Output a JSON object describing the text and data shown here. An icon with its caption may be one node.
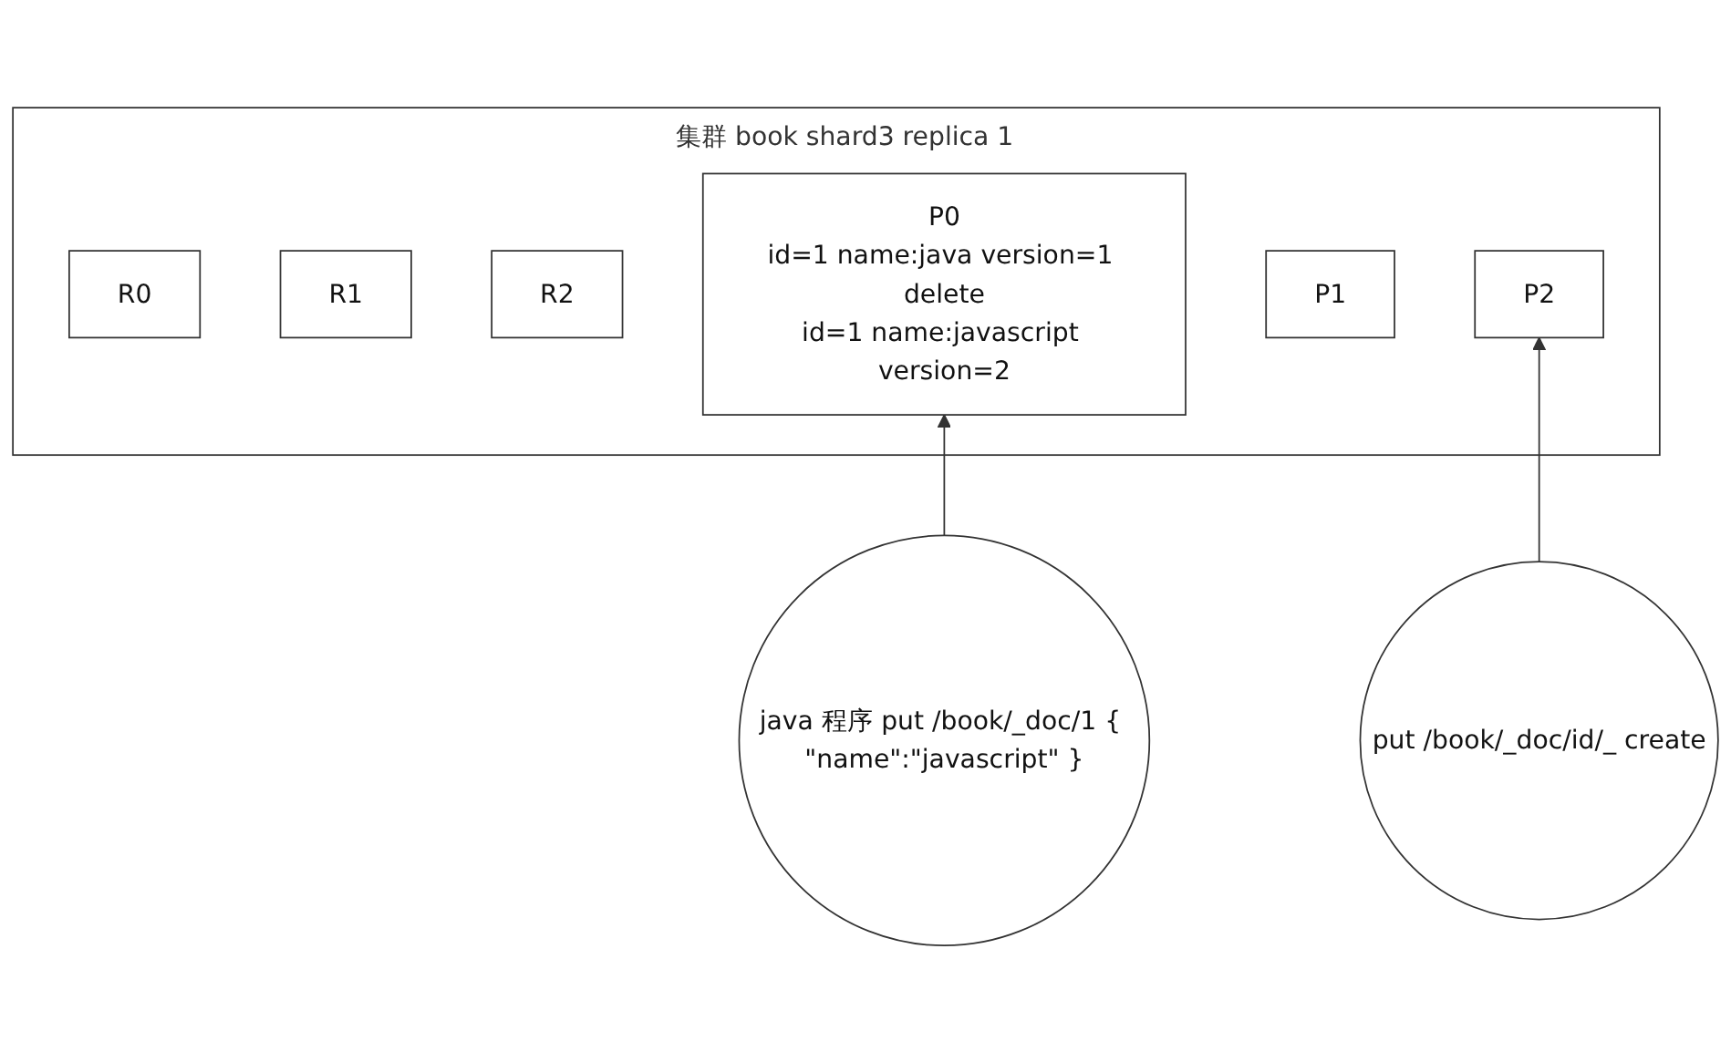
{
  "diagram": {
    "nodes": [
      {
        "text": [
          "集群 book shard3 replica 1"
        ]
      },
      {
        "text": [
          "R0"
        ],
        "in": 0
      },
      {
        "text": [
          "R1"
        ],
        "in": 0
      },
      {
        "text": [
          "R2"
        ],
        "in": 0
      },
      {
        "text": [
          "P0",
          "id=1 name:java version=1 delete",
          "id=1 name:javascript version=2"
        ],
        "in": 0
      },
      {
        "text": [
          "P1"
        ],
        "in": 0
      },
      {
        "text": [
          "P2"
        ],
        "in": 0
      },
      {
        "text": [
          "put /book/_doc/id/_ create"
        ]
      },
      {
        "text": [
          "java 程序 put /book/_doc/1 { \"name\":\"javascript\" }"
        ]
      }
    ],
    "edges": [
      {
        "from": 8,
        "to": 4,
        "arrow": "to"
      },
      {
        "from": 7,
        "to": 6,
        "arrow": "to"
      }
    ]
  }
}
